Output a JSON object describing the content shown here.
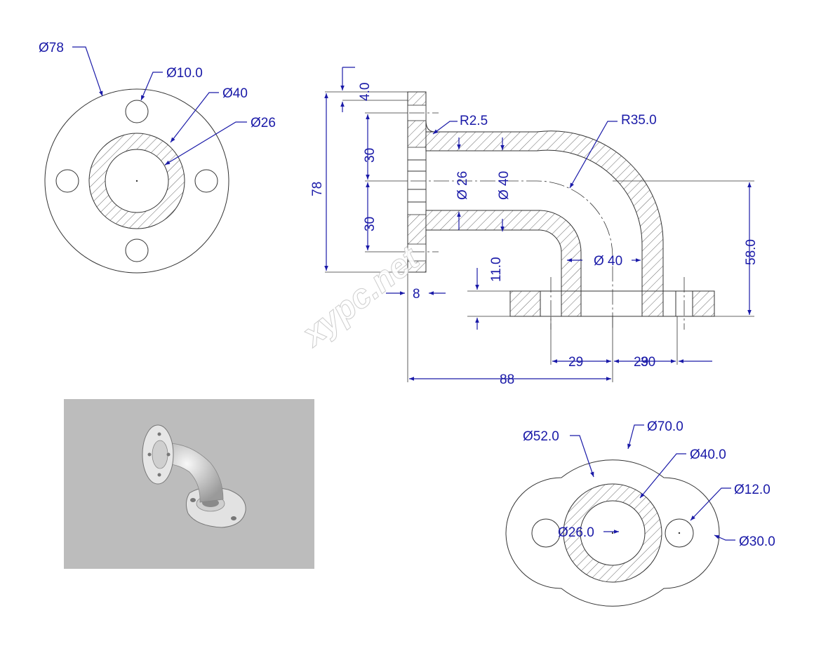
{
  "watermark": "xypc.net",
  "front_flange": {
    "outer_dia": "Ø78",
    "hole_dia": "Ø10.0",
    "pipe_outer_dia": "Ø40",
    "pipe_inner_dia": "Ø26"
  },
  "section_view": {
    "flange_thickness": "4.0",
    "fillet_radius": "R2.5",
    "bend_radius": "R35.0",
    "flange_height": "78",
    "bolt_offset_top": "30",
    "bolt_offset_bottom": "30",
    "bore_dia_vertical": "Ø 26",
    "pipe_dia_vertical": "Ø 40",
    "pipe_dia_lower": "Ø 40",
    "base_thickness": "11.0",
    "wall_width": "8",
    "height_to_axis": "58.0",
    "hole_offset_left": "29",
    "hole_offset_right_overlap": "29",
    "hole_offset_right_overlap_2": "30",
    "overall_length": "88"
  },
  "bottom_flange": {
    "waist_dia": "Ø52.0",
    "outer_arc_dia": "Ø70.0",
    "pipe_outer_dia": "Ø40.0",
    "pipe_inner_dia": "Ø26.0",
    "hole_dia": "Ø12.0",
    "lobe_dia": "Ø30.0"
  },
  "render_view": {
    "background": "#bcbcbc",
    "part_color": "#e6e6e6"
  },
  "colors": {
    "dimension": "#1a1aa8",
    "outline": "#333333"
  }
}
